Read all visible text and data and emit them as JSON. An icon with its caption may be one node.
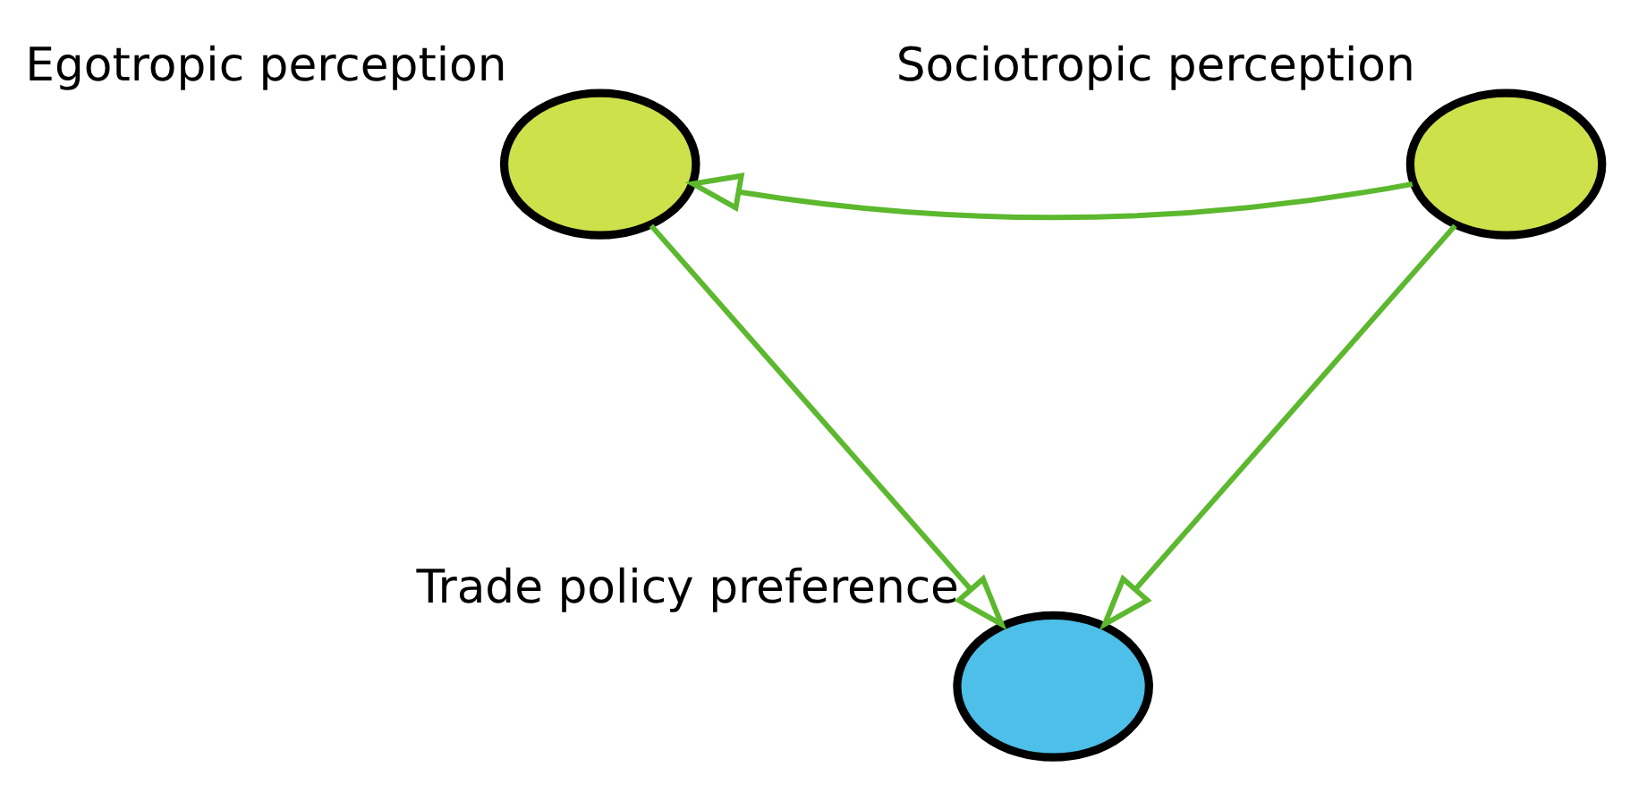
{
  "diagram": {
    "nodes": [
      {
        "text": [
          "Egotropic perception"
        ]
      },
      {
        "text": [
          "Sociotropic perception"
        ]
      },
      {
        "text": [
          "Trade policy preference"
        ]
      }
    ],
    "edges": [
      {
        "from": 1,
        "to": 0,
        "arrow": "to",
        "color": "#5cb82e"
      },
      {
        "from": 0,
        "to": 2,
        "arrow": "to",
        "color": "#5cb82e"
      },
      {
        "from": 1,
        "to": 2,
        "arrow": "to",
        "color": "#5cb82e"
      }
    ]
  }
}
